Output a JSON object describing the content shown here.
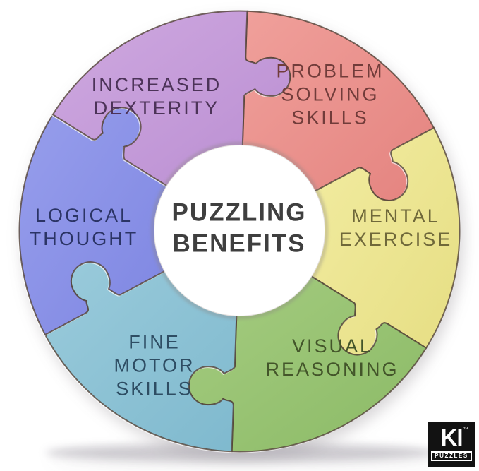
{
  "page": {
    "background": "#ffffff"
  },
  "center": {
    "title_line1": "PUZZLING",
    "title_line2": "BENEFITS",
    "text_color": "#3f3f3f",
    "circle_color": "#ffffff"
  },
  "diagram": {
    "type": "puzzle-ring",
    "segments": [
      {
        "id": "problem-solving-skills",
        "label": "PROBLEM\nSOLVING\nSKILLS",
        "fill": "#e4837f",
        "fill_light": "#f0a09b",
        "text_color": "#713c3a"
      },
      {
        "id": "mental-exercise",
        "label": "MENTAL\nEXERCISE",
        "fill": "#e6de83",
        "fill_light": "#f2eca1",
        "text_color": "#6f683a"
      },
      {
        "id": "visual-reasoning",
        "label": "VISUAL\nREASONING",
        "fill": "#8bba66",
        "fill_light": "#a5cc80",
        "text_color": "#43552a"
      },
      {
        "id": "fine-motor-skills",
        "label": "FINE\nMOTOR\nSKILLS",
        "fill": "#7fb9ce",
        "fill_light": "#9acbdb",
        "text_color": "#2e4d63"
      },
      {
        "id": "logical-thought",
        "label": "LOGICAL\nTHOUGHT",
        "fill": "#7e86e2",
        "fill_light": "#979eec",
        "text_color": "#2b3465"
      },
      {
        "id": "increased-dexterity",
        "label": "INCREASED\nDEXTERITY",
        "fill": "#ba8ed2",
        "fill_light": "#cfa9e0",
        "text_color": "#4c3358"
      }
    ],
    "seam_color": "rgba(82,66,55,0.8)"
  },
  "logo": {
    "brand": "KI",
    "trademark": "™",
    "sub": "PUZZLES",
    "bg": "#121212",
    "fg": "#ffffff"
  }
}
